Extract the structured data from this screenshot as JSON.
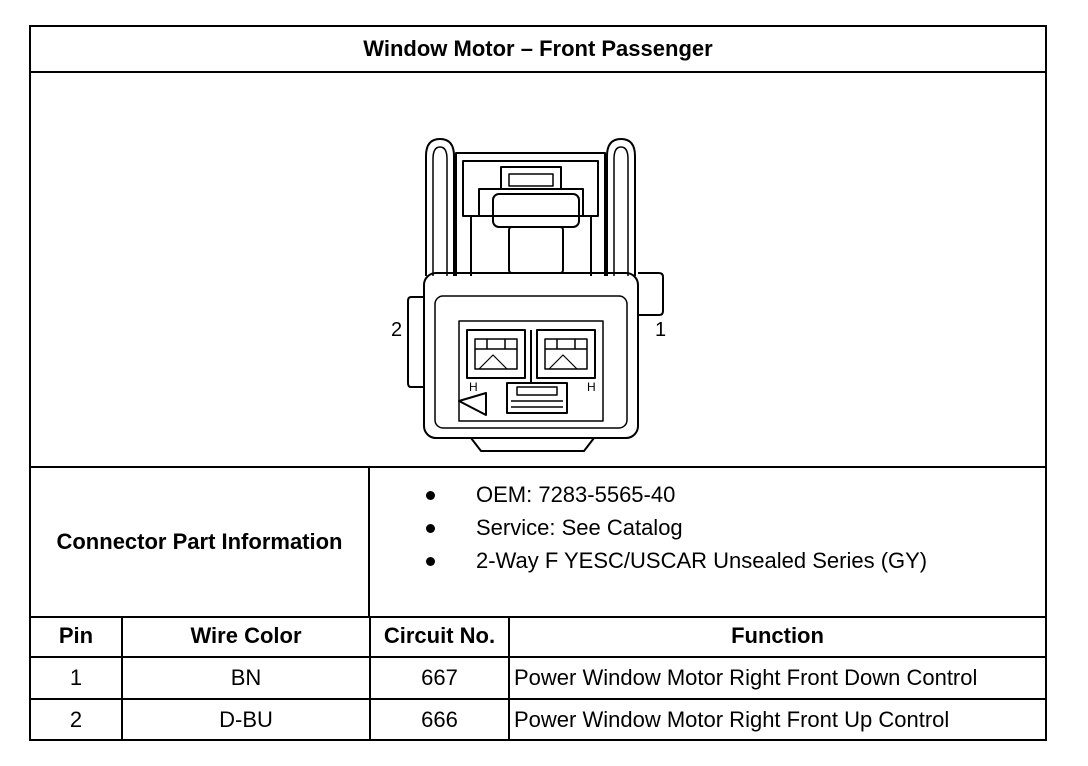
{
  "title": "Window Motor – Front Passenger",
  "diagram": {
    "pin_label_left": "2",
    "pin_label_right": "1",
    "terminal_mark": "H"
  },
  "connector_info": {
    "label": "Connector Part Information",
    "items": [
      "OEM: 7283-5565-40",
      "Service: See Catalog",
      "2-Way F YESC/USCAR Unsealed Series (GY)"
    ]
  },
  "pin_table": {
    "headers": [
      "Pin",
      "Wire Color",
      "Circuit No.",
      "Function"
    ],
    "rows": [
      [
        "1",
        "BN",
        "667",
        "Power Window Motor Right Front Down Control"
      ],
      [
        "2",
        "D-BU",
        "666",
        "Power Window Motor Right Front Up Control"
      ]
    ]
  }
}
